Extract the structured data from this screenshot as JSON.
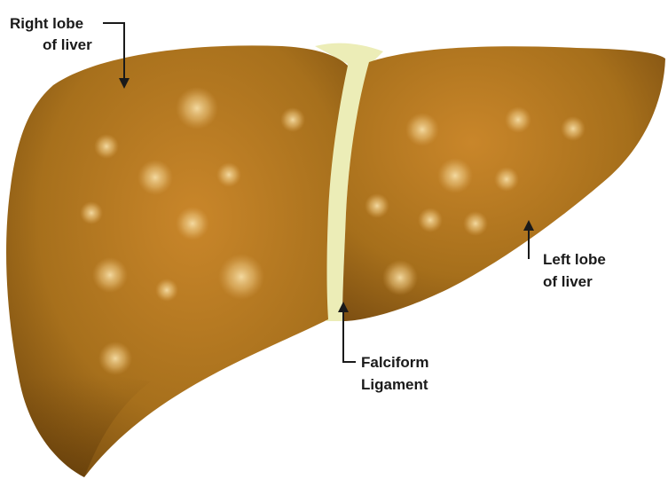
{
  "labels": {
    "right_lobe": {
      "line1": "Right lobe",
      "line2": "of liver"
    },
    "left_lobe": {
      "line1": "Left lobe",
      "line2": "of liver"
    },
    "falciform": {
      "line1": "Falciform",
      "line2": "Ligament"
    }
  },
  "colors": {
    "liver_light": "#c9862a",
    "liver_mid": "#a7701c",
    "liver_dark": "#7a4e10",
    "ligament": "#ecedb7",
    "spot": "#f3d79a",
    "text": "#1a1a1a"
  }
}
